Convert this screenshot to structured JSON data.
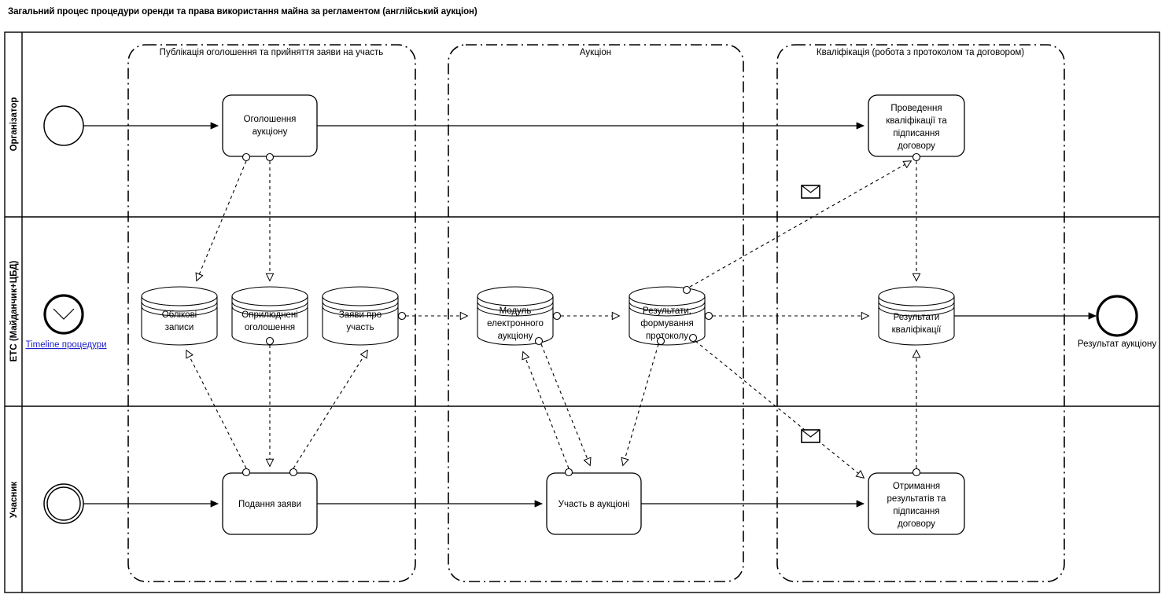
{
  "page": {
    "title": "Загальний процес процедури оренди та права використання майна за регламентом (англійський аукціон)"
  },
  "lanes": [
    {
      "id": "organizer",
      "label": "Організатор"
    },
    {
      "id": "ets",
      "label": "ЕТС (Майданчик+ЦБД)"
    },
    {
      "id": "participant",
      "label": "Учасник"
    }
  ],
  "groups": [
    {
      "id": "publication",
      "label": "Публікація оголошення та прийняття заяви на участь"
    },
    {
      "id": "auction",
      "label": "Аукціон"
    },
    {
      "id": "qualification",
      "label": "Кваліфікація (робота з протоколом та договором)"
    }
  ],
  "tasks": [
    {
      "id": "announce",
      "lane": "organizer",
      "label": "Оголошення аукціону"
    },
    {
      "id": "qualify-sign",
      "lane": "organizer",
      "label": "Проведення кваліфікації та підписання договору"
    },
    {
      "id": "submit-application",
      "lane": "participant",
      "label": "Подання заяви"
    },
    {
      "id": "take-part",
      "lane": "participant",
      "label": "Участь в аукціоні"
    },
    {
      "id": "receive-results",
      "lane": "participant",
      "label": "Отримання результатів та підписання договору"
    }
  ],
  "datastores": [
    {
      "id": "accounts",
      "label": "Облікові записи"
    },
    {
      "id": "published-ads",
      "label": "Оприлюднені оголошення"
    },
    {
      "id": "applications",
      "label": "Заяви про участь"
    },
    {
      "id": "auction-module",
      "label": "Модуль електронного аукціону"
    },
    {
      "id": "results-protocol",
      "label": "Результати, формування протоколу"
    },
    {
      "id": "qualification-results",
      "label": "Результати кваліфікації"
    }
  ],
  "events": [
    {
      "id": "start-organizer",
      "kind": "start-event",
      "label": ""
    },
    {
      "id": "start-participant",
      "kind": "message-start-event",
      "label": ""
    },
    {
      "id": "end-auction-result",
      "kind": "end-event",
      "label": "Результат аукціону"
    },
    {
      "id": "timeline-link",
      "kind": "link-event",
      "label": "Timeline процедури"
    }
  ],
  "icons": {
    "envelope": "message-envelope-icon",
    "chevron_down": "chevron-down-icon"
  },
  "colors": {
    "stroke": "#000000",
    "background": "#ffffff",
    "link": "#2222cc"
  }
}
